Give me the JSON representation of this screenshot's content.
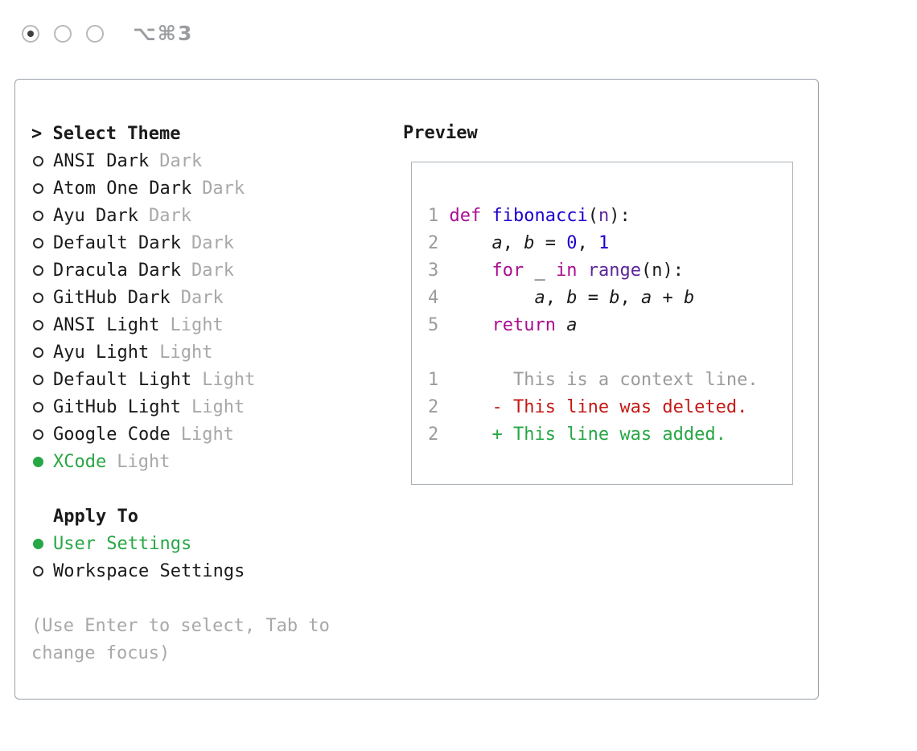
{
  "window": {
    "shortcut": "⌥⌘3",
    "traffic_lights": [
      {
        "filled": true
      },
      {
        "filled": false
      },
      {
        "filled": false
      }
    ]
  },
  "theme_panel": {
    "cursor": "> ",
    "title": "Select Theme",
    "items": [
      {
        "name": "ANSI Dark",
        "variant": "Dark",
        "selected": false
      },
      {
        "name": "Atom One Dark",
        "variant": "Dark",
        "selected": false
      },
      {
        "name": "Ayu Dark",
        "variant": "Dark",
        "selected": false
      },
      {
        "name": "Default Dark",
        "variant": "Dark",
        "selected": false
      },
      {
        "name": "Dracula Dark",
        "variant": "Dark",
        "selected": false
      },
      {
        "name": "GitHub Dark",
        "variant": "Dark",
        "selected": false
      },
      {
        "name": "ANSI Light",
        "variant": "Light",
        "selected": false
      },
      {
        "name": "Ayu Light",
        "variant": "Light",
        "selected": false
      },
      {
        "name": "Default Light",
        "variant": "Light",
        "selected": false
      },
      {
        "name": "GitHub Light",
        "variant": "Light",
        "selected": false
      },
      {
        "name": "Google Code",
        "variant": "Light",
        "selected": false
      },
      {
        "name": "XCode",
        "variant": "Light",
        "selected": true
      }
    ],
    "apply_to": {
      "title": "Apply To",
      "options": [
        {
          "label": "User Settings",
          "selected": true
        },
        {
          "label": "Workspace Settings",
          "selected": false
        }
      ]
    },
    "hint_lines": [
      "(Use Enter to select, Tab to",
      "change focus)"
    ]
  },
  "preview": {
    "title": "Preview",
    "code_lines": [
      {
        "num": "1",
        "tokens": [
          [
            "k",
            "def"
          ],
          [
            "p",
            " "
          ],
          [
            "t",
            "fibonacci"
          ],
          [
            "p",
            "("
          ],
          [
            "b",
            "n"
          ],
          [
            "p",
            "):"
          ]
        ]
      },
      {
        "num": "2",
        "tokens": [
          [
            "p",
            "    "
          ],
          [
            "v",
            "a"
          ],
          [
            "p",
            ", "
          ],
          [
            "v",
            "b"
          ],
          [
            "p",
            " = "
          ],
          [
            "n",
            "0"
          ],
          [
            "p",
            ", "
          ],
          [
            "n",
            "1"
          ]
        ]
      },
      {
        "num": "3",
        "tokens": [
          [
            "p",
            "    "
          ],
          [
            "k",
            "for"
          ],
          [
            "p",
            " _ "
          ],
          [
            "k",
            "in"
          ],
          [
            "p",
            " "
          ],
          [
            "b",
            "range"
          ],
          [
            "p",
            "(n):"
          ]
        ]
      },
      {
        "num": "4",
        "tokens": [
          [
            "p",
            "        "
          ],
          [
            "v",
            "a"
          ],
          [
            "p",
            ", "
          ],
          [
            "v",
            "b"
          ],
          [
            "p",
            " = "
          ],
          [
            "v",
            "b"
          ],
          [
            "p",
            ", "
          ],
          [
            "v",
            "a"
          ],
          [
            "p",
            " + "
          ],
          [
            "v",
            "b"
          ]
        ]
      },
      {
        "num": "5",
        "tokens": [
          [
            "p",
            "    "
          ],
          [
            "k",
            "return"
          ],
          [
            "p",
            " "
          ],
          [
            "v",
            "a"
          ]
        ]
      }
    ],
    "diff_lines": [
      {
        "num": "1",
        "kind": "context",
        "text": "      This is a context line."
      },
      {
        "num": "2",
        "kind": "deleted",
        "text": "    - This line was deleted."
      },
      {
        "num": "2",
        "kind": "added",
        "text": "    + This line was added."
      }
    ]
  },
  "colors": {
    "accent_green": "#28a745",
    "keyword": "#aa0d91",
    "title_number": "#1c00cf",
    "builtin": "#5c2699",
    "deleted_red": "#c41a16",
    "muted_gray": "#a8a8a8",
    "code_gray": "#9b9b9b"
  }
}
